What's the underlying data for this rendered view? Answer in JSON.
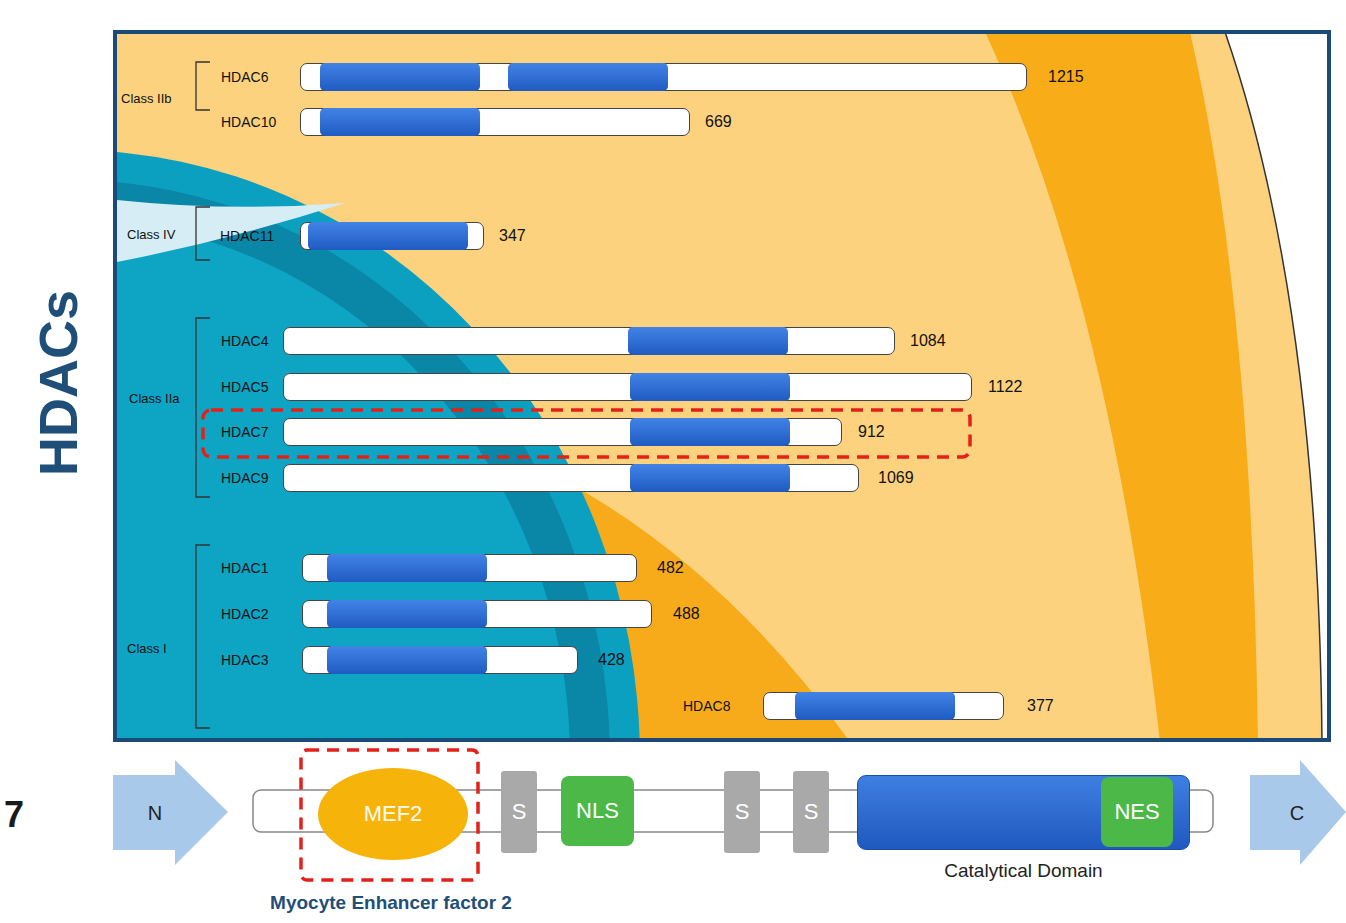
{
  "diagram": {
    "nodes": [
      {
        "text": [
          "HDAC6"
        ]
      },
      {
        "text": [
          "HDAC10"
        ]
      },
      {
        "text": [
          "HDAC11"
        ]
      },
      {
        "text": [
          "HDAC4"
        ]
      },
      {
        "text": [
          "HDAC5"
        ]
      },
      {
        "text": [
          "HDAC7"
        ]
      },
      {
        "text": [
          "HDAC9"
        ]
      },
      {
        "text": [
          "HDAC1"
        ]
      },
      {
        "text": [
          "HDAC2"
        ]
      },
      {
        "text": [
          "HDAC3"
        ]
      },
      {
        "text": [
          "HDAC8"
        ]
      },
      {
        "text": [
          "N"
        ]
      },
      {
        "text": [
          "MEF2"
        ]
      },
      {
        "text": [
          "S"
        ]
      },
      {
        "text": [
          "NLS"
        ]
      },
      {
        "text": [
          "S"
        ]
      },
      {
        "text": [
          "S"
        ]
      },
      {
        "text": [
          "Catalytical Domain"
        ]
      },
      {
        "text": [
          "NES"
        ],
        "in": 17
      },
      {
        "text": [
          "C"
        ]
      }
    ],
    "labels": [
      "HDACs",
      "Class IIb",
      "Class IV",
      "Class IIa",
      "Class I",
      "1215",
      "669",
      "347",
      "1084",
      "1122",
      "912",
      "1069",
      "482",
      "488",
      "428",
      "377",
      "7",
      "Myocyte Enhancer factor 2"
    ]
  }
}
